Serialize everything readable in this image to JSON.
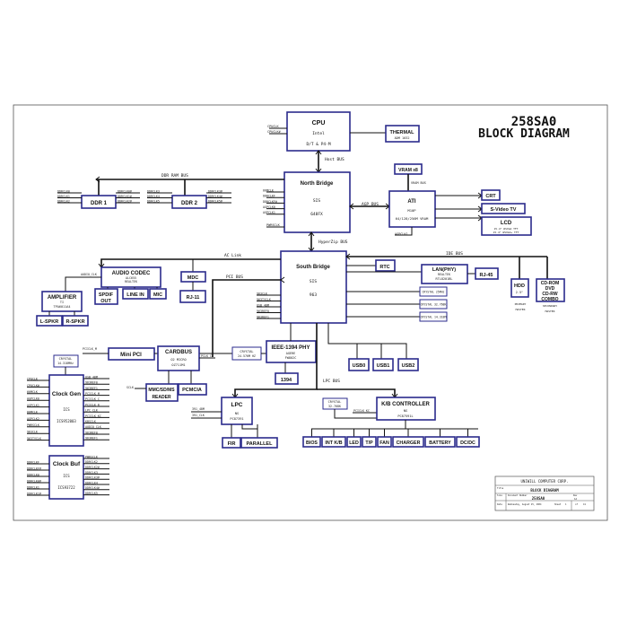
{
  "title": {
    "line1": "258SA0",
    "line2": "BLOCK DIAGRAM"
  },
  "cpu": {
    "name": "CPU",
    "line2": "Intel",
    "line3": "D/T & P4-M",
    "in1": "CPUCLK",
    "in2": "CPUCLK#"
  },
  "thermal": {
    "name": "THERMAL",
    "part": "ADM 1032"
  },
  "host_bus": "Host BUS",
  "ddr_bus": "DDR RAM BUS",
  "ddr1": {
    "name": "DDR 1",
    "pins_l": [
      "DDRCLK0",
      "DDRCLK1",
      "DDRCLK2"
    ],
    "pins_r": [
      "DDRCLK0#",
      "DDRCLK1#",
      "DDRCLK2#"
    ]
  },
  "ddr2": {
    "name": "DDR 2",
    "pins_l": [
      "DDRCLK3",
      "DDRCLK4",
      "DDRCLK5"
    ],
    "pins_r": [
      "DDRCLK3#",
      "DDRCLK4#",
      "DDRCLK5#"
    ]
  },
  "north": {
    "name": "North Bridge",
    "line2": "SIS",
    "line3": "648FX",
    "pins": [
      "66MCLK",
      "DDRCLKF",
      "DDRCLKF#",
      "AGPCLK0",
      "AGPCLK1"
    ],
    "pin_bottom": "PWRSCLK"
  },
  "agp_bus": "AGP BUS",
  "vram": {
    "name": "VRAM x8",
    "bus": "VRAM BUS"
  },
  "ati": {
    "name": "ATI",
    "line2": "M10P",
    "line3": "64/128/256M VRAM",
    "clk": "AGPCLK1"
  },
  "crt": "CRT",
  "svideo": "S-Video TV",
  "lcd": {
    "name": "LCD",
    "line2": "15.4\" WSXGA TFT",
    "line3": "15.4\" WSXGA+ TFT"
  },
  "hyperzip": "HyperZip BUS",
  "ac_link": "AC Link",
  "ide_bus": "IDE BUS",
  "pci_bus": "PCI BUS",
  "lpc_bus": "LPC BUS",
  "south": {
    "name": "South Bridge",
    "line2": "SIS",
    "line3": "963",
    "pins": [
      "963CLK",
      "963TVCLK",
      "USB_48M",
      "963REF0",
      "963REF1"
    ]
  },
  "audio": {
    "name": "AUDIO CODEC",
    "line2": "ALC655",
    "line3": "REALTEK",
    "clk": "AUDIO_CLK"
  },
  "amplifier": {
    "name": "AMPLIFIER",
    "line2": "TI",
    "line3": "TPA6011A4"
  },
  "lspkr": "L-SPKR",
  "rspkr": "R-SPKR",
  "spdif": {
    "line1": "SPDIF",
    "line2": "OUT"
  },
  "linein": "LINE IN",
  "mic": "MIC",
  "mdc": "MDC",
  "rj11": "RJ-11",
  "rtc": "RTC",
  "lan": {
    "name": "LAN(PHY)",
    "line2": "REALTEK",
    "line3": "RTL8201BL"
  },
  "rj45": "RJ-45",
  "crystals_lan": [
    "CRYSTAL 25MHz",
    "CRYSTAL 32.768K",
    "CRYSTAL 14.318M"
  ],
  "hdd": {
    "name": "HDD",
    "line2": "2.5\"",
    "line3": "PRIMARY",
    "line4": "MASTER"
  },
  "odd": {
    "line1": "CD-ROM",
    "line2": "DVD",
    "line3": "CD-RW",
    "line4": "COMBO",
    "line5": "SECONDARY",
    "line6": "MASTER"
  },
  "minipci": {
    "name": "Mini PCI",
    "clk": "PCICLK_M"
  },
  "crystal_cg": {
    "line1": "CRYSTAL",
    "line2": "14.318MHz"
  },
  "clockgen": {
    "name": "Clock Gen",
    "line2": "ICS",
    "line3": "ICS952003",
    "pins_l": [
      "CPUCLK",
      "CPUCLK#",
      "66MCLK",
      "AGPCLK0",
      "AGPCLK1",
      "66MCLK",
      "AGPCLK2",
      "PWRSCLK",
      "963CLK",
      "963TVCLK"
    ],
    "pins_r": [
      "USB_48M",
      "963REF0",
      "963REF1",
      "PCICLK_M",
      "PCICLK_C",
      "PCICLK_R",
      "LPC_CLK",
      "PCICLK_KC",
      "KBSCLK",
      "AUDIO_CLK",
      "963REF0",
      "963REF1"
    ]
  },
  "cardbus": {
    "name": "CARDBUS",
    "line2": "O2 MICRO",
    "line3": "OZ711M1",
    "clk": "PCLK_CB"
  },
  "mmc": {
    "line1": "MMC/SD/MS",
    "line2": "READER",
    "clk": "SCLK"
  },
  "pcmcia": "PCMCIA",
  "crystal_1394": {
    "line1": "CRYSTAL",
    "line2": "24.576M HZ"
  },
  "ieee": {
    "name": "IEEE-1394 PHY",
    "line2": "AGERE",
    "line3": "FW802C"
  },
  "p1394": "1394",
  "usb0": "USB0",
  "usb1": "USB1",
  "usb2": "USB2",
  "clockbuf": {
    "name": "Clock Buf",
    "line2": "ICS",
    "line3": "ICS93722",
    "pins_l": [
      "DDRCLKF",
      "DDRCLKF#",
      "DDRCLK0",
      "DDRCLK0#",
      "DDRCLK1",
      "DDRCLK1#"
    ],
    "pins_r": [
      "PWRSCLK",
      "DDRCLK2",
      "DDRCLK2#",
      "DDRCLK3",
      "DDRCLK3#",
      "DDRCLK4",
      "DDRCLK4#",
      "DDRCLK5"
    ]
  },
  "lpc": {
    "name": "LPC",
    "line2": "NS",
    "line3": "PC87391",
    "clk1": "391_48M",
    "clk2": "391_CLK"
  },
  "fir": "FIR",
  "parallel": "PARALLEL",
  "kbc": {
    "name": "K/B CONTROLLER",
    "line2": "NS",
    "line3": "PC87591L",
    "clk": "PCICLK_KC"
  },
  "crystal_kbc": {
    "line1": "CRYSTAL",
    "line2": "32.768K"
  },
  "peripherals": [
    "BIOS",
    "INT K/B",
    "LED",
    "T/P",
    "FAN",
    "CHARGER",
    "BATTERY",
    "DC/DC"
  ],
  "titleblock": {
    "company": "UNIWILL COMPUTER CORP.",
    "title_label": "Title",
    "title": "BLOCK DIAGRAM",
    "size_label": "Size",
    "doc_label": "Document Number",
    "doc": "258SA0",
    "rev_label": "Rev",
    "rev": "1A",
    "date_label": "Date",
    "date": "Wednesday, August 25, 2004",
    "sheet_label": "Sheet",
    "sheet": "1",
    "of": "of",
    "total": "41"
  }
}
